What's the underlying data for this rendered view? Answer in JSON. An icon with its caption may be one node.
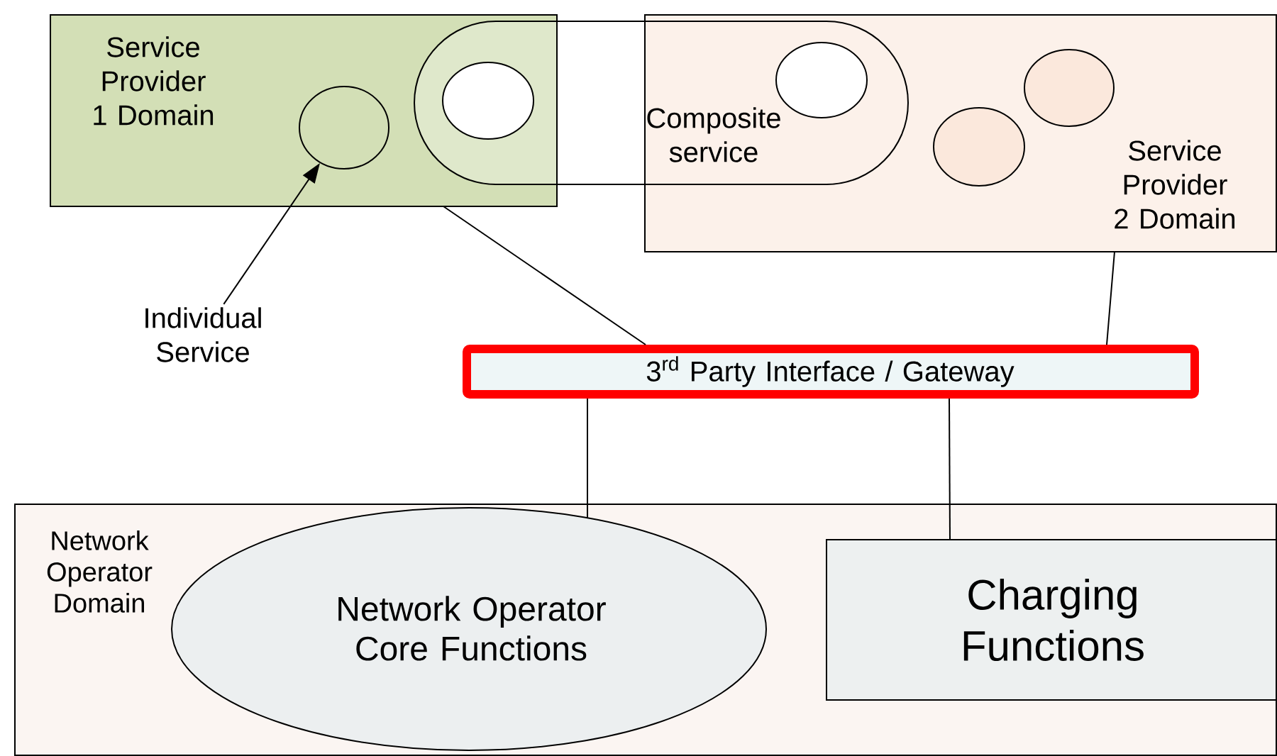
{
  "diagram": {
    "nodes": [
      {
        "text": [
          "Service Provider 1 Domain"
        ]
      },
      {
        "text": [
          "Service Provider 2 Domain"
        ]
      },
      {
        "text": [
          "Composite service"
        ]
      },
      {
        "text": [],
        "shape": "circle",
        "in": 0
      },
      {
        "text": [],
        "shape": "circle"
      },
      {
        "text": [],
        "shape": "circle"
      },
      {
        "text": [],
        "shape": "circle",
        "in": 1
      },
      {
        "text": [],
        "shape": "circle",
        "in": 1
      },
      {
        "text": [
          "Individual Service"
        ]
      },
      {
        "text": [
          "3$^{rd}$ Party Interface / Gateway"
        ]
      },
      {
        "text": [
          "Network Operator Domain"
        ]
      },
      {
        "text": [
          "Network Operator Core Functions"
        ],
        "in": 10
      },
      {
        "text": [
          "Charging Functions"
        ],
        "in": 10
      }
    ],
    "edges": [
      {
        "from": 8,
        "to": 3,
        "arrow": "to"
      },
      {
        "from": 0,
        "to": 9,
        "arrow": "none"
      },
      {
        "from": 1,
        "to": 9,
        "arrow": "none"
      },
      {
        "from": 9,
        "to": 11,
        "arrow": "none"
      },
      {
        "from": 9,
        "to": 12,
        "arrow": "none"
      }
    ]
  }
}
